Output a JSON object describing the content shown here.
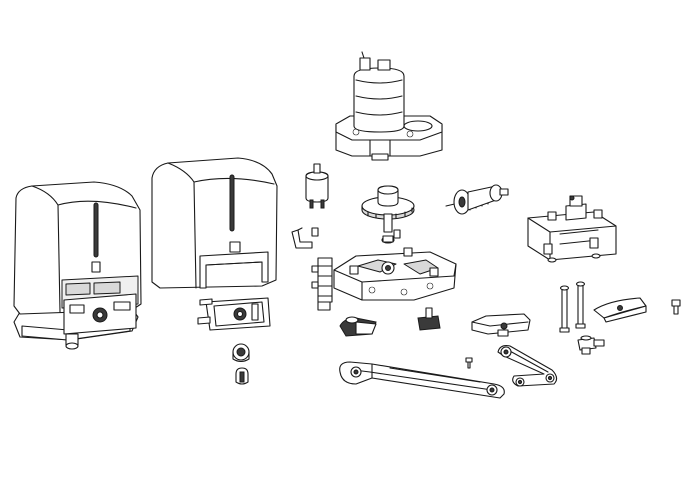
{
  "figure": {
    "kind": "exploded-parts-diagram",
    "colors": {
      "line": "#1a1a1a",
      "shade": "#d9d9d9",
      "dark": "#3a3a3a",
      "background": "#ffffff"
    }
  },
  "parts": [
    "assembled-gate-motor-unit",
    "motor-cover-housing",
    "selector-key-panel",
    "lock-cylinder-knob",
    "lock-key",
    "electric-motor",
    "capacitor",
    "bracket-clip",
    "terminal-block",
    "large-gear",
    "worm-screw-shaft",
    "gearbox-base",
    "limit-switch-cam",
    "release-lever-block",
    "wall-mounting-bracket",
    "long-anchor-bolts",
    "hinge-bracket-plate",
    "curved-bracket",
    "pin-fastener",
    "straight-arm",
    "curved-arm",
    "small-screw"
  ]
}
